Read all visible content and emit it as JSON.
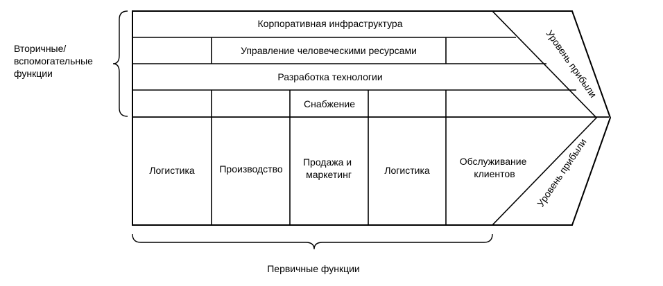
{
  "colors": {
    "ink": "#000000",
    "background": "#ffffff"
  },
  "secondary_label": {
    "lines": [
      "Вторичные/",
      "вспомогательные",
      "функции"
    ]
  },
  "primary_label": "Первичные функции",
  "support_activities": [
    {
      "label": "Корпоративная инфраструктура"
    },
    {
      "label": "Управление человеческими ресурсами"
    },
    {
      "label": "Разработка технологии"
    },
    {
      "label": "Снабжение"
    }
  ],
  "primary_activities": [
    {
      "lines": [
        "Логистика"
      ]
    },
    {
      "lines": [
        "Производство"
      ]
    },
    {
      "lines": [
        "Продажа и",
        "маркетинг"
      ]
    },
    {
      "lines": [
        "Логистика"
      ]
    },
    {
      "lines": [
        "Обслуживание",
        "клиентов"
      ]
    }
  ],
  "margin_labels": {
    "upper": "Уровень прибыли",
    "lower": "Уровень прибыли"
  }
}
